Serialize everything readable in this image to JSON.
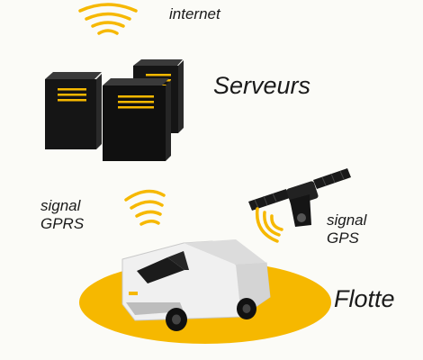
{
  "labels": {
    "internet": "internet",
    "serveurs": "Serveurs",
    "signal_gprs": [
      "signal",
      "GPRS"
    ],
    "signal_gps": [
      "signal",
      "GPS"
    ],
    "flotte": "Flotte"
  },
  "icons": {
    "internet_signal": "wifi-signal-icon",
    "gprs_signal": "wifi-signal-icon",
    "gps_signal": "wifi-signal-icon",
    "servers": "server-tower-icon",
    "satellite": "satellite-icon",
    "van": "van-icon"
  },
  "colors": {
    "accent": "#f6b800",
    "server_body": "#151515",
    "van_body": "#f0f0f0"
  }
}
